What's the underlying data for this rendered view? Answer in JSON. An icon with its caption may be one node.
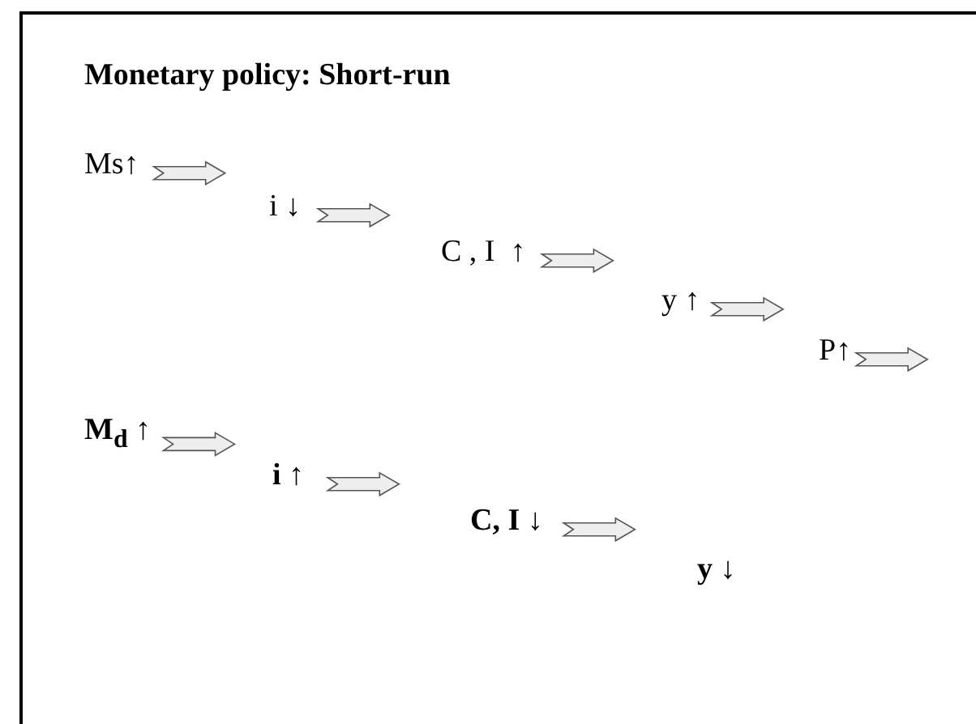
{
  "diagram": {
    "title": "Monetary policy: Short-run",
    "nodes": [
      {
        "text": [
          "Ms↑"
        ]
      },
      {
        "text": [
          "i ↓"
        ]
      },
      {
        "text": [
          "C , I  ↑"
        ]
      },
      {
        "text": [
          "y ↑"
        ]
      },
      {
        "text": [
          "P↑"
        ]
      },
      {
        "text": [
          "M$_{d}$ ↑"
        ]
      },
      {
        "text": [
          "i ↑"
        ]
      },
      {
        "text": [
          "C, I ↓"
        ]
      },
      {
        "text": [
          "y ↓"
        ]
      }
    ],
    "edges": [
      {
        "from": 0,
        "to": 1,
        "arrow": "to"
      },
      {
        "from": 1,
        "to": 2,
        "arrow": "to"
      },
      {
        "from": 2,
        "to": 3,
        "arrow": "to"
      },
      {
        "from": 3,
        "to": 4,
        "arrow": "to"
      },
      {
        "from": 4,
        "to": null,
        "arrow": "to"
      },
      {
        "from": 5,
        "to": 6,
        "arrow": "to"
      },
      {
        "from": 6,
        "to": 7,
        "arrow": "to"
      },
      {
        "from": 7,
        "to": 8,
        "arrow": "to"
      }
    ]
  }
}
